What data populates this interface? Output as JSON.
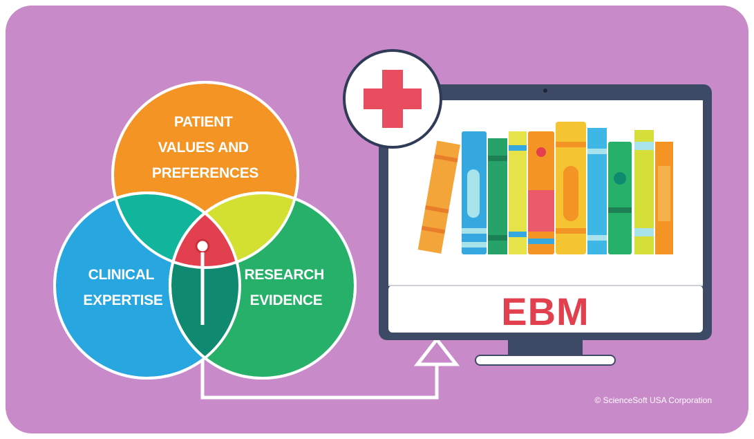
{
  "diagram": {
    "colors": {
      "background": "#c88ac9",
      "patient_circle": "#f39424",
      "clinical_circle": "#27a6e0",
      "research_circle": "#27b06a",
      "overlap_patient_clinical": "#10b59c",
      "overlap_patient_research": "#d3e032",
      "overlap_clinical_research": "#0f8a70",
      "center": "#e2404e",
      "ebm_text": "#e2404e",
      "monitor_frame": "#3d4a66",
      "cross": "#e84c5f"
    },
    "circles": {
      "patient": {
        "lines": [
          "PATIENT",
          "VALUES AND",
          "PREFERENCES"
        ]
      },
      "clinical": {
        "lines": [
          "CLINICAL",
          "EXPERTISE"
        ]
      },
      "research": {
        "lines": [
          "RESEARCH",
          "EVIDENCE"
        ]
      }
    },
    "monitor": {
      "screen_label": "EBM",
      "icon": "medical-cross-icon",
      "books_icon": "books-icon"
    },
    "credit": "© ScienceSoft USA Corporation"
  }
}
